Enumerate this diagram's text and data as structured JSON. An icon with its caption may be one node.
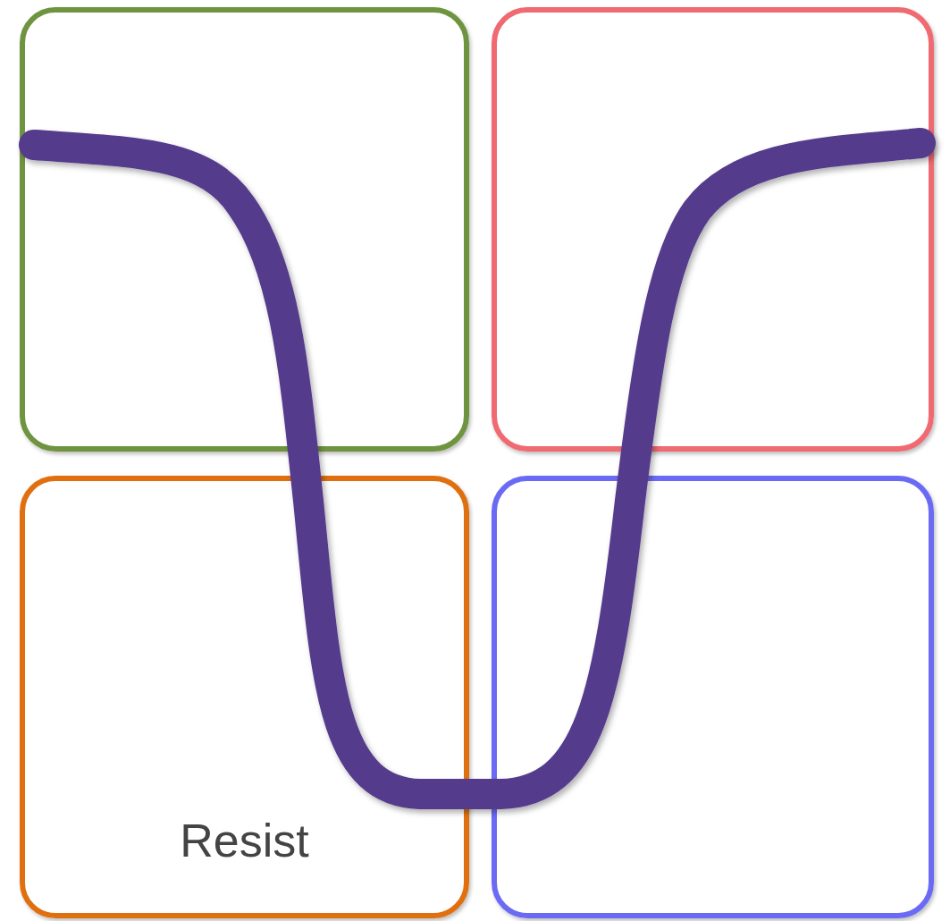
{
  "diagram": {
    "nodes": [
      {
        "text": [],
        "shape": "box"
      },
      {
        "text": [],
        "shape": "box"
      },
      {
        "text": [
          "Resist"
        ]
      },
      {
        "text": [],
        "shape": "box"
      }
    ]
  }
}
